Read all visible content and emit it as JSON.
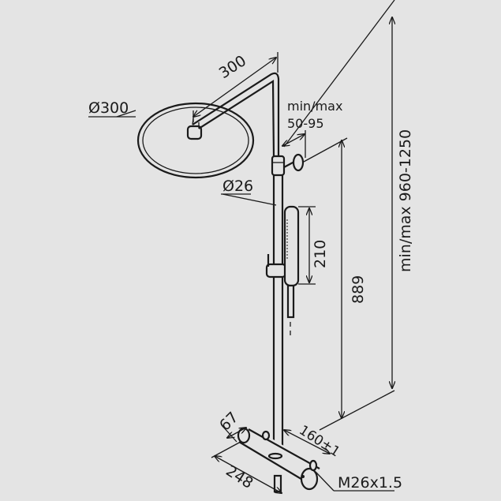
{
  "title": "Shower system dimension drawing",
  "dimensions": {
    "arm_length": "300",
    "head_diameter": "Ø300",
    "slider_label": "min/max",
    "slider_range": "50-95",
    "pipe_diameter": "Ø26",
    "hand_shower_length": "210",
    "slider_height": "889",
    "total_height": "min/max 960-1250",
    "mixer_depth": "67",
    "center_distance": "160±1",
    "mixer_length": "248",
    "connection_thread": "M26x1.5"
  }
}
